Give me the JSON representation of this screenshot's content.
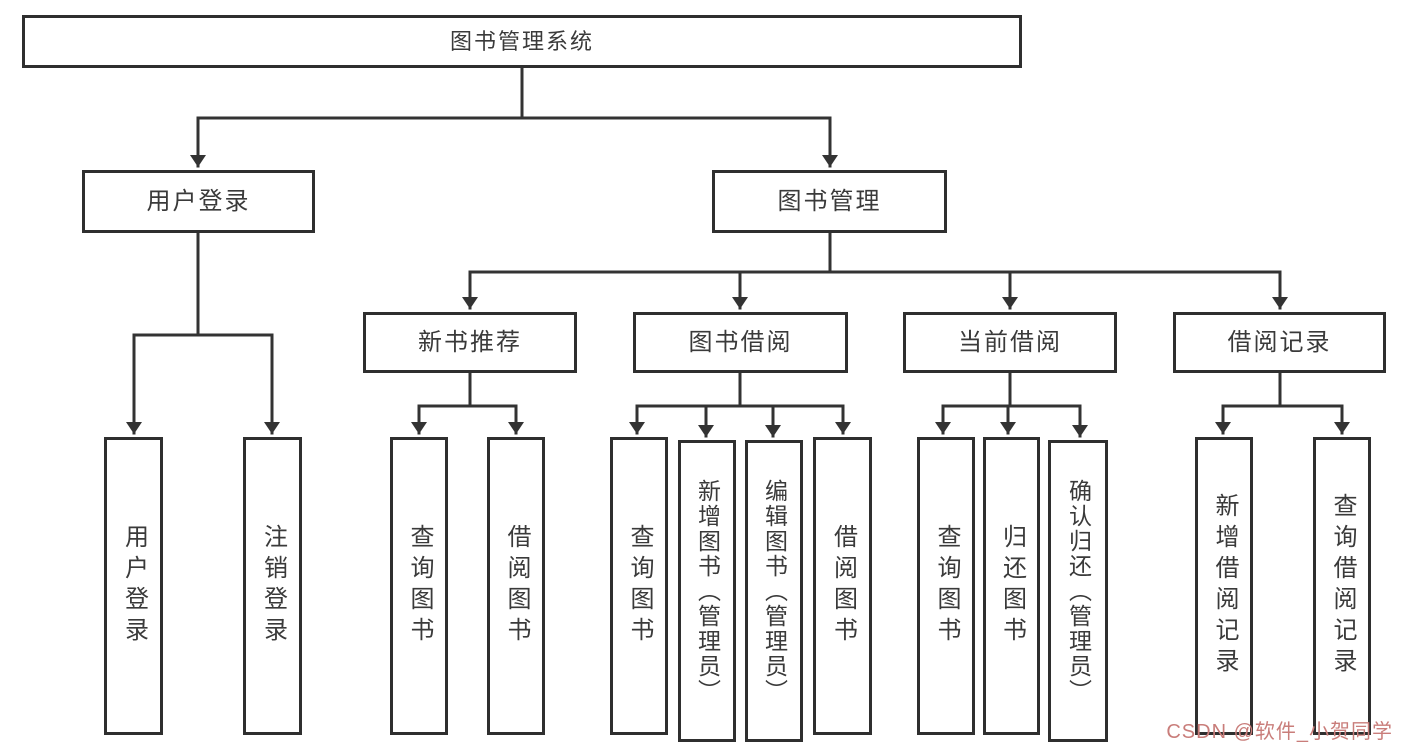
{
  "diagram_title": "图书管理系统",
  "nodes": {
    "root": "图书管理系统",
    "level1": [
      "用户登录",
      "图书管理"
    ],
    "level2": [
      "新书推荐",
      "图书借阅",
      "当前借阅",
      "借阅记录"
    ],
    "leaves": {
      "user_login": [
        "用户登录",
        "注销登录"
      ],
      "new_book": [
        "查询图书",
        "借阅图书"
      ],
      "book_borrow": [
        "查询图书",
        "新增图书（管理员）",
        "编辑图书（管理员）",
        "借阅图书"
      ],
      "current_borrow": [
        "查询图书",
        "归还图书",
        "确认归还（管理员）"
      ],
      "borrow_record": [
        "新增借阅记录",
        "查询借阅记录"
      ]
    }
  },
  "watermark": {
    "text": "CSDN @软件_小贺同学",
    "color": "#c97d7a"
  },
  "colors": {
    "line": "#333333",
    "box_border": "#2f2f2f",
    "text": "#3a3a3a",
    "background": "#ffffff"
  }
}
